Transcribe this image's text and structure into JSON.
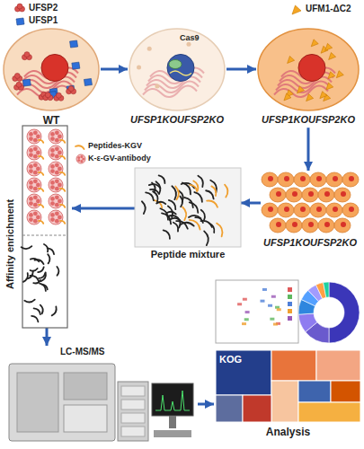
{
  "diagram": {
    "nodes": [
      {
        "text": [
          "WT"
        ]
      },
      {
        "text": [
          "UFSP1KOUFSP2KO"
        ]
      },
      {
        "text": [
          "UFSP1KOUFSP2KO"
        ]
      },
      {
        "text": [
          "UFSP1KOUFSP2KO"
        ]
      },
      {
        "text": [
          "Peptide mixture"
        ]
      },
      {
        "text": [
          "Affinity enrichment"
        ]
      },
      {
        "text": [
          "LC-MS/MS"
        ]
      },
      {
        "text": [
          "Analysis"
        ]
      }
    ],
    "edges": [
      {
        "from": 0,
        "to": 1,
        "arrow": "to"
      },
      {
        "from": 1,
        "to": 2,
        "arrow": "to"
      },
      {
        "from": 2,
        "to": 3,
        "arrow": "to"
      },
      {
        "from": 3,
        "to": 4,
        "arrow": "to"
      },
      {
        "from": 4,
        "to": 5,
        "arrow": "to"
      },
      {
        "from": 5,
        "to": 6,
        "arrow": "to"
      },
      {
        "from": 6,
        "to": 7,
        "arrow": "to"
      }
    ],
    "labels": [
      "UFSP2",
      "UFSP1",
      "Cas9",
      "UFM1-ΔC2",
      "Peptides-KGV",
      "K-ε-GV-antibody",
      "KOG"
    ]
  }
}
